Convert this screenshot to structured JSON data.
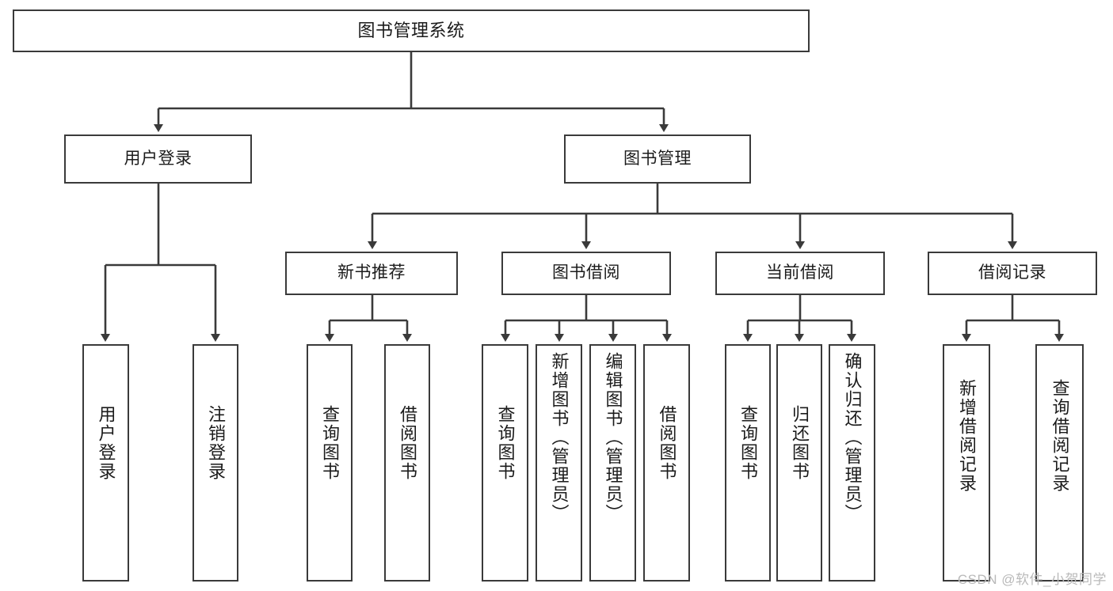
{
  "diagram": {
    "title": "图书管理系统",
    "watermark": "CSDN @软件_小贺同学",
    "stroke_color": "#3a3a3a",
    "text_color": "#1b1b1b",
    "background_color": "#ffffff",
    "watermark_color": "#b9b9b9"
  },
  "nodes": {
    "root": {
      "label": "图书管理系统"
    },
    "level2": [
      {
        "label": "用户登录"
      },
      {
        "label": "图书管理"
      }
    ],
    "level3": [
      {
        "label": "新书推荐"
      },
      {
        "label": "图书借阅"
      },
      {
        "label": "当前借阅"
      },
      {
        "label": "借阅记录"
      }
    ],
    "leaves": {
      "user_login": [
        {
          "label": "用户登录"
        },
        {
          "label": "注销登录"
        }
      ],
      "new_book": [
        {
          "label": "查询图书"
        },
        {
          "label": "借阅图书"
        }
      ],
      "borrow_book": [
        {
          "label": "查询图书"
        },
        {
          "label": "新增图书（管理员）"
        },
        {
          "label": "编辑图书（管理员）"
        },
        {
          "label": "借阅图书"
        }
      ],
      "current_borrow": [
        {
          "label": "查询图书"
        },
        {
          "label": "归还图书"
        },
        {
          "label": "确认归还（管理员）"
        }
      ],
      "borrow_record": [
        {
          "label": "新增借阅记录"
        },
        {
          "label": "查询借阅记录"
        }
      ]
    }
  }
}
